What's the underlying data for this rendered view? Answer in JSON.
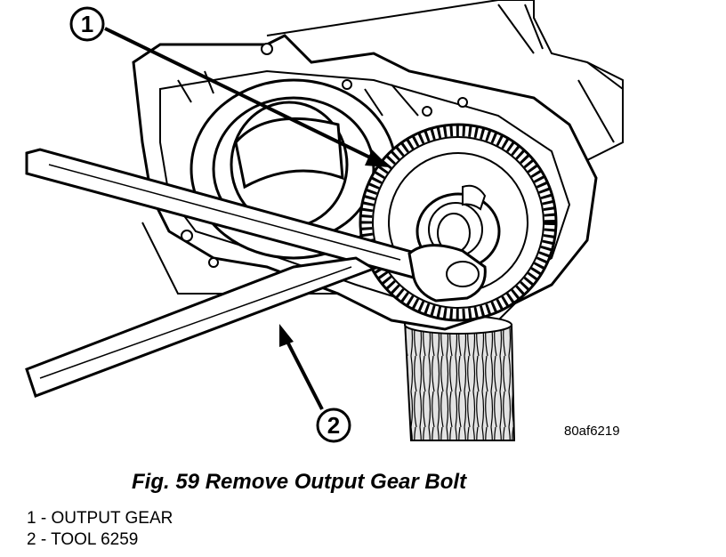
{
  "figure": {
    "reference_code": "80af6219",
    "caption": "Fig. 59 Remove Output Gear Bolt",
    "callouts": [
      {
        "number": "1",
        "text": "1 - OUTPUT GEAR"
      },
      {
        "number": "2",
        "text": "2 - TOOL 6259"
      }
    ],
    "colors": {
      "ink": "#000000",
      "paper": "#ffffff",
      "wood": "#d9d9d9"
    }
  }
}
